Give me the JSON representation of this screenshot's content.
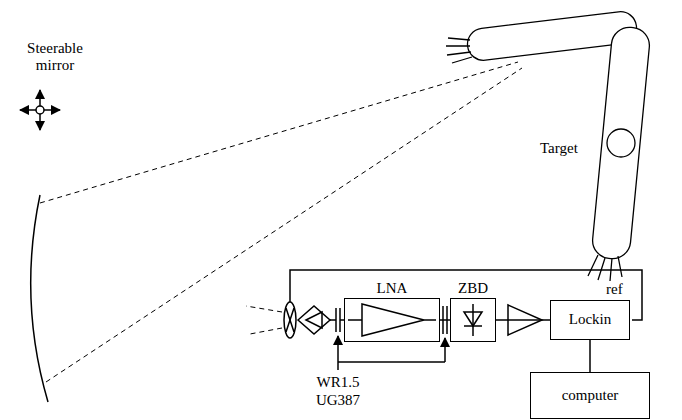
{
  "diagram": {
    "nodes": [
      {
        "text": [
          "LNA"
        ]
      },
      {
        "text": [
          "ZBD"
        ]
      },
      {
        "text": [
          "Lockin"
        ]
      },
      {
        "text": [
          "computer"
        ]
      }
    ],
    "edges": [
      {
        "from": 0,
        "to": 1,
        "arrow": "none"
      },
      {
        "from": 1,
        "to": 2,
        "arrow": "none"
      },
      {
        "from": 2,
        "to": 3,
        "arrow": "none"
      }
    ],
    "labels": [
      "Steerable mirror",
      "Target",
      "ref",
      "WR1.5",
      "UG387"
    ]
  }
}
